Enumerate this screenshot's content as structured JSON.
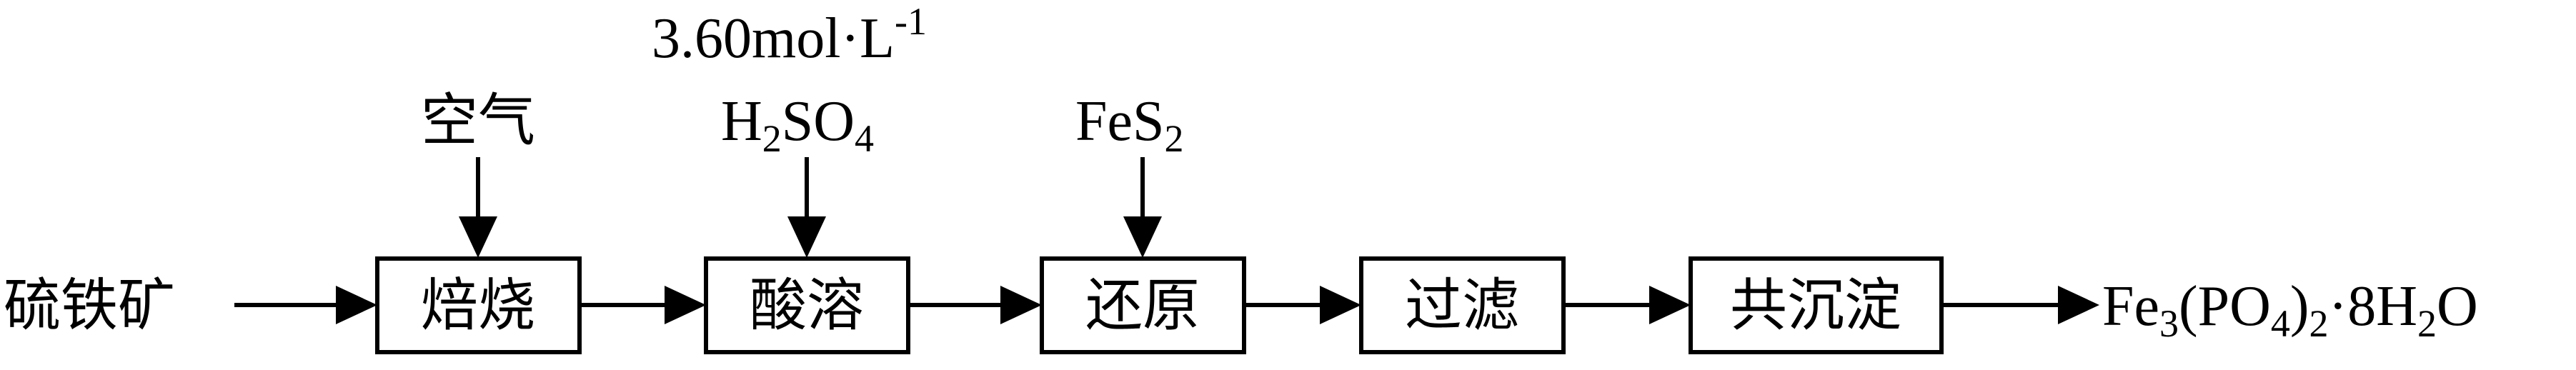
{
  "process": {
    "raw_material": "硫铁矿",
    "steps": [
      "焙烧",
      "酸溶",
      "还原",
      "过滤",
      "共沉淀"
    ],
    "product": {
      "fe": "Fe",
      "sub3": "3",
      "po": "(PO",
      "sub4": "4",
      "close": ")",
      "sub2": "2",
      "dot8": "·8H",
      "sub2b": "2",
      "o": "O"
    }
  },
  "inputs": {
    "air": "空气",
    "acid_conc": {
      "value": "3.60mol·L",
      "exp": "-1"
    },
    "acid": {
      "h": "H",
      "sub2": "2",
      "so": "SO",
      "sub4": "4"
    },
    "reductant": {
      "fes": "FeS",
      "sub2": "2"
    }
  }
}
